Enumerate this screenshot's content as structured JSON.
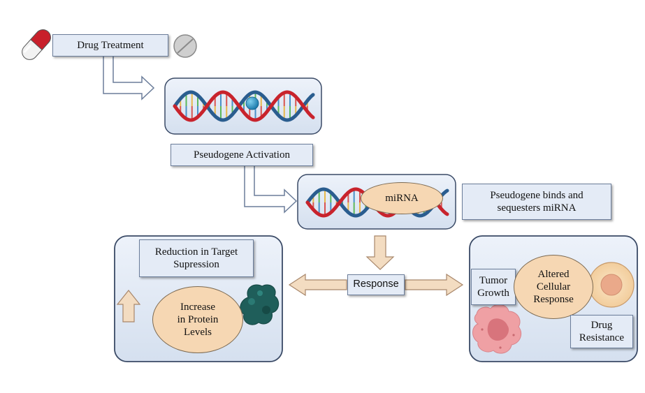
{
  "diagram": {
    "labels": {
      "drug_treatment": "Drug Treatment",
      "pseudogene_activation": "Pseudogene Activation",
      "mirna": "miRNA",
      "binds_line1": "Pseudogene binds and",
      "binds_line2": "sequesters miRNA",
      "response": "Response",
      "reduction_line1": "Reduction in Target",
      "reduction_line2": "Supression",
      "increase_line1": "Increase",
      "increase_line2": "in Protein",
      "increase_line3": "Levels",
      "tumor_line1": "Tumor",
      "tumor_line2": "Growth",
      "altered_line1": "Altered",
      "altered_line2": "Cellular",
      "altered_line3": "Response",
      "drug_line1": "Drug",
      "drug_line2": "Resistance"
    },
    "icons": [
      "capsule-icon",
      "tablet-icon",
      "dna-helix-icon",
      "protein-icon",
      "tumor-cell-icon",
      "cell-icon",
      "arrow-icon"
    ],
    "colors": {
      "panel_fill": "#dfe7f3",
      "panel_border": "#3a4a66",
      "label_fill": "#e4ebf6",
      "ellipse_fill": "#f6d7b3",
      "dna_red": "#c8232c",
      "dna_blue": "#2a5d8f",
      "protein": "#1f5e5a",
      "arrow_peach": "#f3dcc1"
    }
  }
}
